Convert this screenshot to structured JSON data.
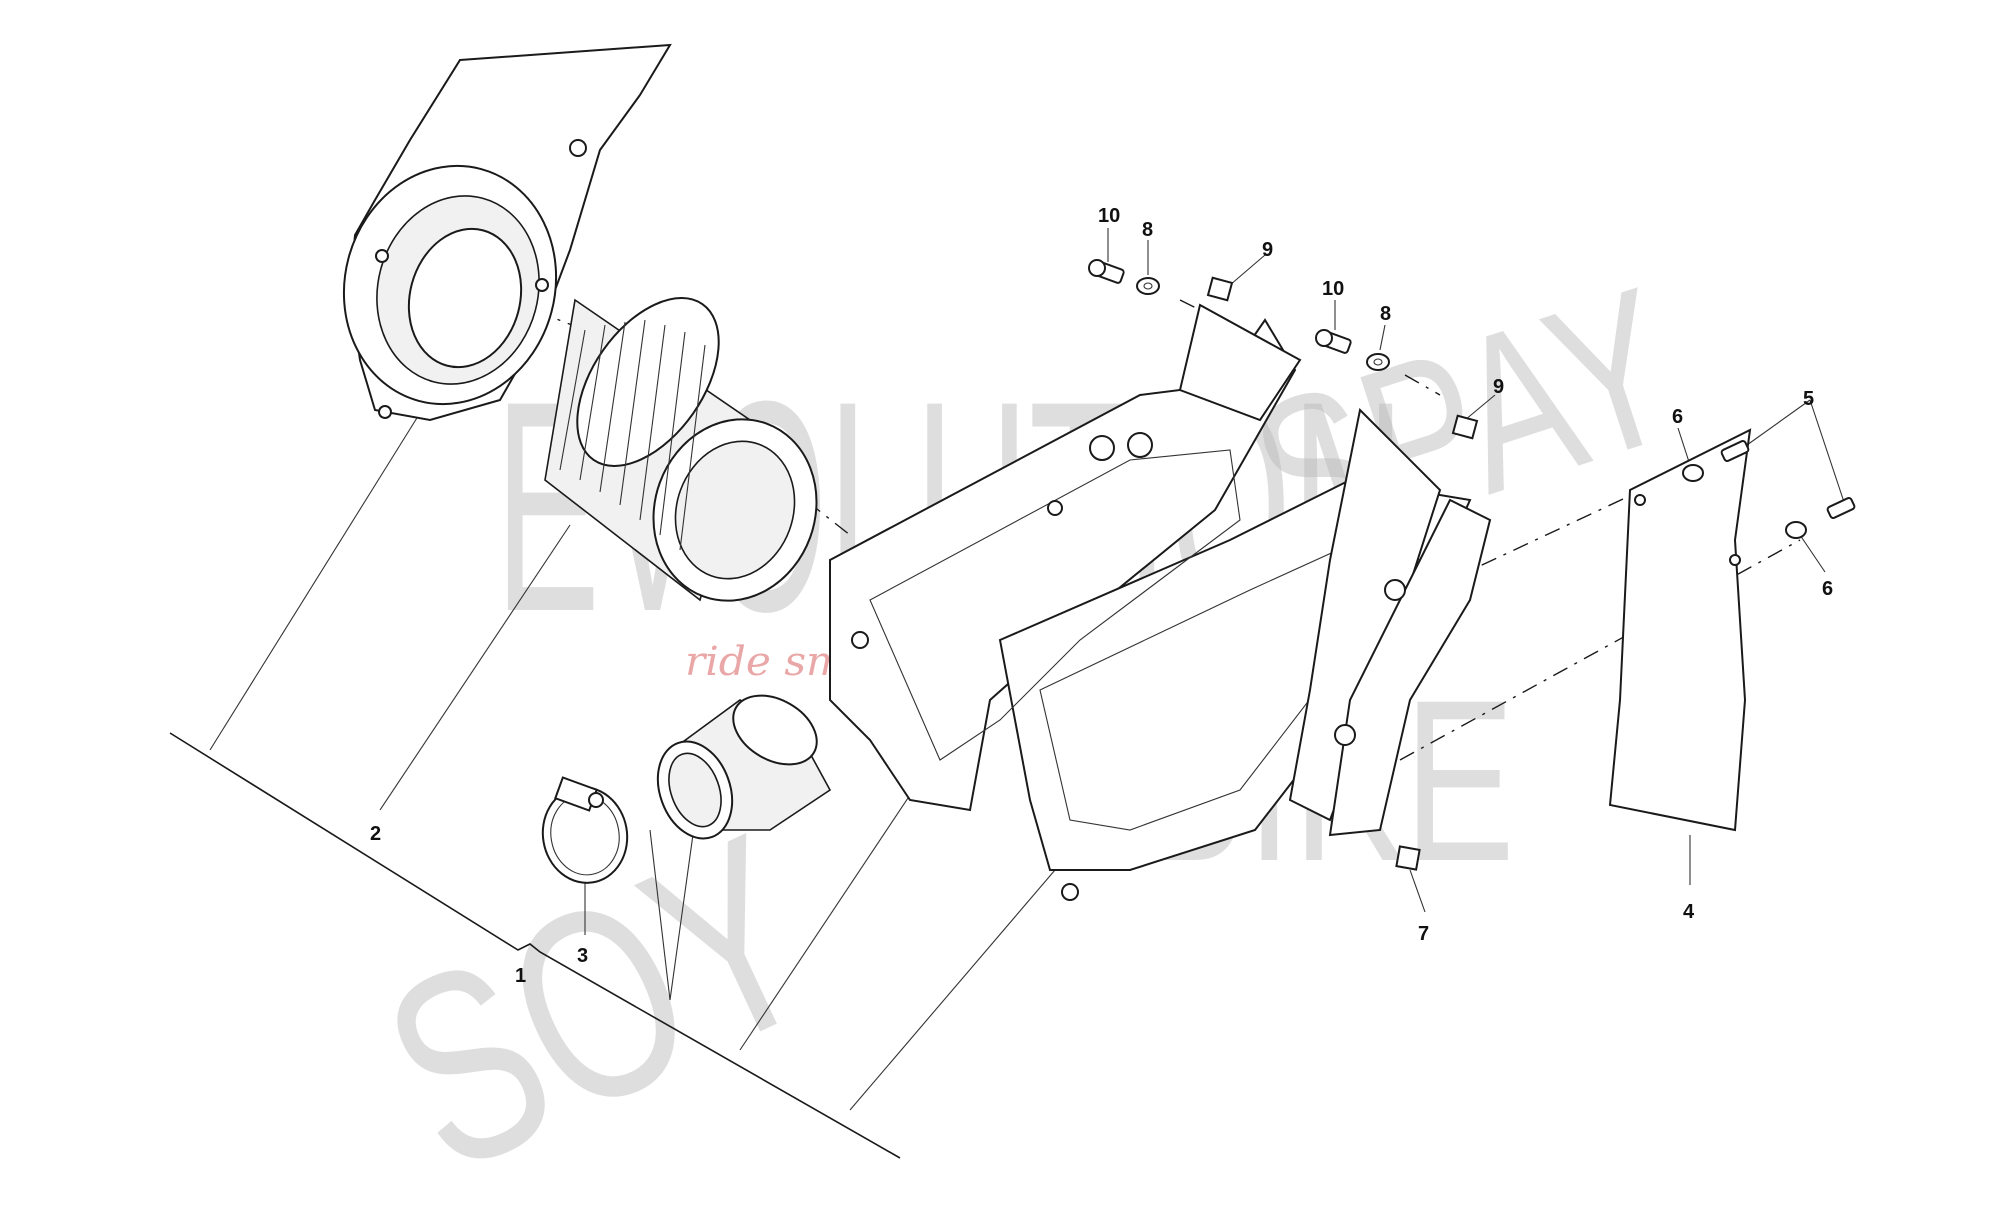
{
  "watermark": {
    "brand_line1": "EVOLUTION",
    "brand_line2": "BIKE",
    "brand_spray_1": "SPAY",
    "brand_spray_2": "SOY",
    "tagline": "ride smart dreamer"
  },
  "callouts": {
    "c1": "1",
    "c2": "2",
    "c3": "3",
    "c4": "4",
    "c5": "5",
    "c6a": "6",
    "c6b": "6",
    "c7": "7",
    "c8a": "8",
    "c8b": "8",
    "c9a": "9",
    "c9b": "9",
    "c10a": "10",
    "c10b": "10"
  },
  "colors": {
    "line": "#1a1a1a",
    "watermark_gray": "#b8b8b8",
    "watermark_red": "#e38a8a",
    "background": "#ffffff"
  }
}
